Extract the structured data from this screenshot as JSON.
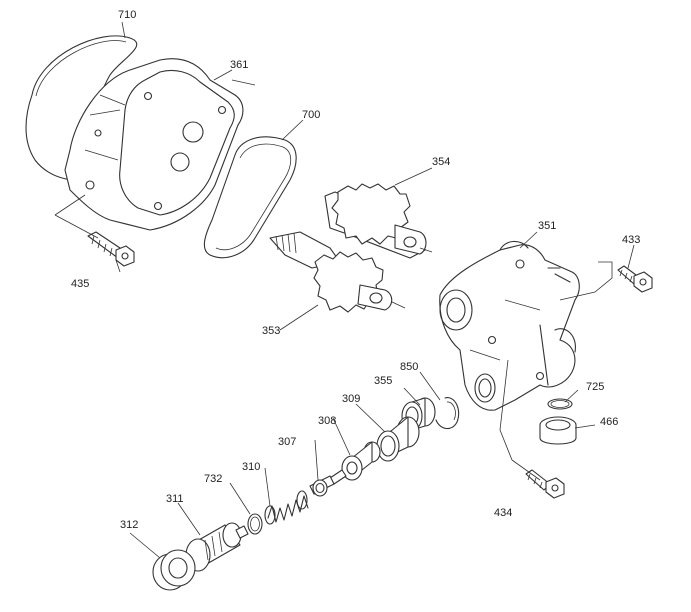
{
  "callouts": {
    "c710": "710",
    "c361": "361",
    "c700": "700",
    "c354": "354",
    "c351": "351",
    "c433": "433",
    "c435": "435",
    "c353": "353",
    "c850": "850",
    "c355": "355",
    "c309": "309",
    "c725": "725",
    "c308": "308",
    "c466": "466",
    "c307": "307",
    "c732": "732",
    "c310": "310",
    "c311": "311",
    "c312": "312",
    "c434": "434"
  }
}
